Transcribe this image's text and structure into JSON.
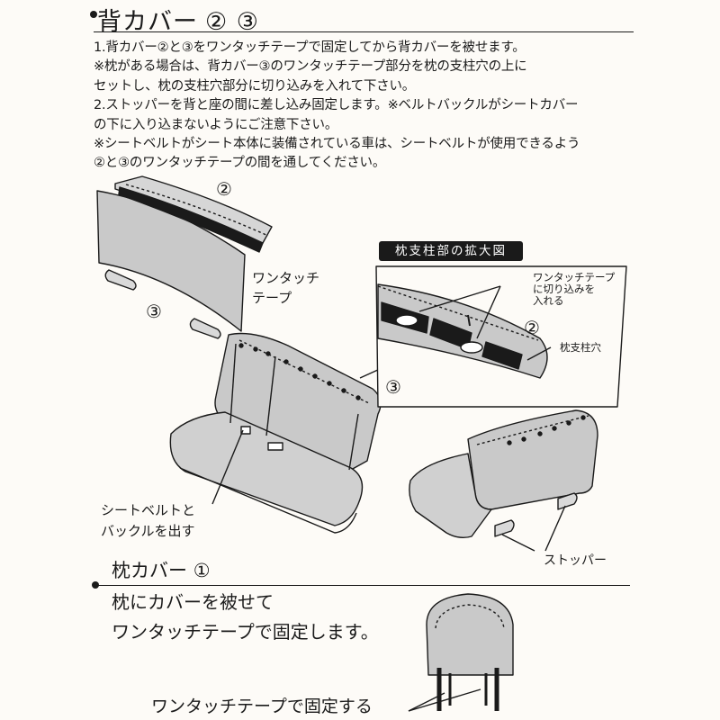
{
  "section1": {
    "title": "背カバー",
    "numbers": "② ③",
    "instructions": [
      "1.背カバー②と③をワンタッチテープで固定してから背カバーを被せます。",
      "※枕がある場合は、背カバー③のワンタッチテープ部分を枕の支柱穴の上に",
      "セットし、枕の支柱穴部分に切り込みを入れて下さい。",
      "2.ストッパーを背と座の間に差し込み固定します。※ベルトバックルがシートカバー",
      "の下に入り込まないようにご注意下さい。",
      "※シートベルトがシート本体に装備されている車は、シートベルトが使用できるよう",
      "②と③のワンタッチテープの間を通してください。"
    ]
  },
  "diagram": {
    "label_2_top": "②",
    "label_3_left": "③",
    "velcro_label": [
      "ワンタッチ",
      "テープ"
    ],
    "callout_title": "枕支柱部の拡大図",
    "cut_label": [
      "ワンタッチテープ",
      "に切り込みを",
      "入れる"
    ],
    "label_2_zoom": "②",
    "post_hole_label": "枕支柱穴",
    "label_3_zoom": "③",
    "belt_label": [
      "シートベルトと",
      "バックルを出す"
    ],
    "stopper_label": "ストッパー"
  },
  "section2": {
    "title": "枕カバー",
    "number": "①",
    "text": [
      "枕にカバーを被せて",
      "ワンタッチテープで固定します。"
    ],
    "fix_label": "ワンタッチテープで固定する"
  },
  "colors": {
    "ink": "#1a1a1a",
    "fill": "#c9c9c9",
    "paper": "#fdfbf7"
  }
}
